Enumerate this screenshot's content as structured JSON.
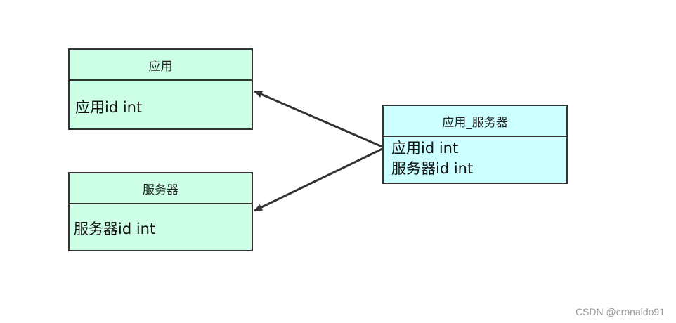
{
  "colors": {
    "entity_fill": "#ccffe6",
    "link_entity_fill": "#ccffff",
    "border": "#333333",
    "arrow": "#333333"
  },
  "entities": {
    "app": {
      "title": "应用",
      "attributes": [
        "应用id int"
      ]
    },
    "server": {
      "title": "服务器",
      "attributes": [
        "服务器id int"
      ]
    },
    "app_server": {
      "title": "应用_服务器",
      "attributes": [
        "应用id int",
        "服务器id int"
      ]
    }
  },
  "relations": [
    {
      "from": "app_server",
      "to": "app"
    },
    {
      "from": "app_server",
      "to": "server"
    }
  ],
  "watermark": "CSDN @cronaldo91"
}
